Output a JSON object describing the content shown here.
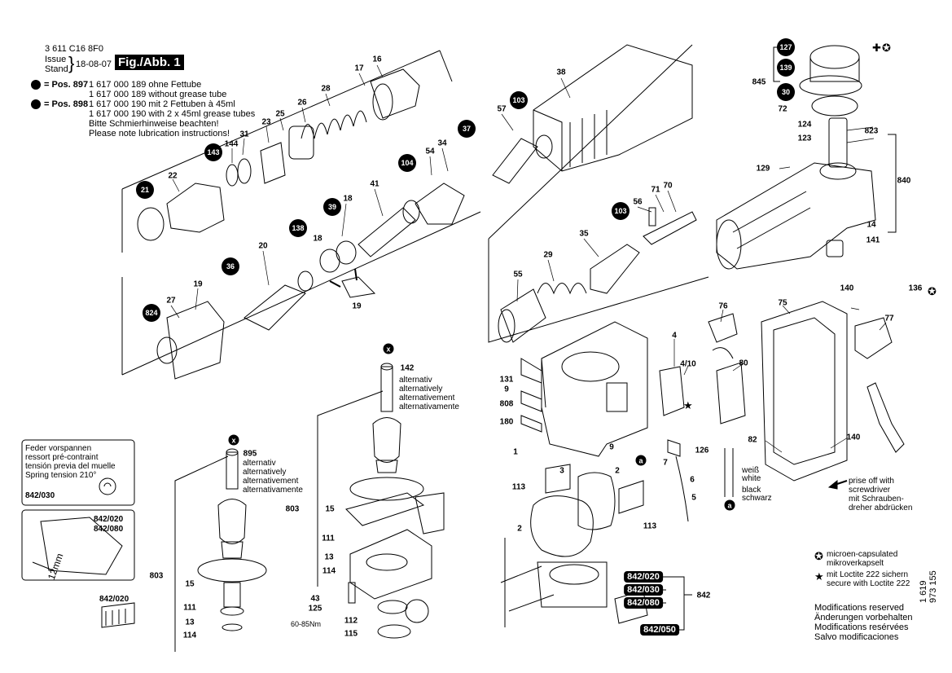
{
  "header": {
    "doc_number": "3 611 C16 8F0",
    "issue_label": "Issue",
    "stand_label": "Stand",
    "issue_date": "18-08-07",
    "figure": "Fig./Abb. 1"
  },
  "lubrication": {
    "pos897_label": "= Pos. 897",
    "pos897_lines": [
      "1 617 000 189 ohne Fettube",
      "1 617 000 189 without grease tube"
    ],
    "pos898_label": "= Pos. 898",
    "pos898_lines": [
      "1 617 000 190 mit 2 Fettuben à 45ml",
      "1 617 000 190 with 2 x 45ml grease tubes",
      "Bitte Schmierhinweise beachten!",
      "Please note lubrication instructions!"
    ]
  },
  "parts": [
    {
      "t": "16",
      "b": false
    },
    {
      "t": "17",
      "b": false
    },
    {
      "t": "28",
      "b": false
    },
    {
      "t": "26",
      "b": false
    },
    {
      "t": "25",
      "b": false
    },
    {
      "t": "23",
      "b": false
    },
    {
      "t": "31",
      "b": false
    },
    {
      "t": "144",
      "b": false
    },
    {
      "t": "143",
      "b": true
    },
    {
      "t": "22",
      "b": false
    },
    {
      "t": "21",
      "b": true
    },
    {
      "t": "38",
      "b": false
    },
    {
      "t": "57",
      "b": false
    },
    {
      "t": "103",
      "b": true
    },
    {
      "t": "37",
      "b": true
    },
    {
      "t": "34",
      "b": false
    },
    {
      "t": "54",
      "b": false
    },
    {
      "t": "104",
      "b": true
    },
    {
      "t": "41",
      "b": false
    },
    {
      "t": "39",
      "b": true
    },
    {
      "t": "18",
      "b": false
    },
    {
      "t": "18",
      "b": false
    },
    {
      "t": "138",
      "b": true
    },
    {
      "t": "20",
      "b": false
    },
    {
      "t": "36",
      "b": true
    },
    {
      "t": "19",
      "b": false
    },
    {
      "t": "19",
      "b": false
    },
    {
      "t": "27",
      "b": false
    },
    {
      "t": "824",
      "b": true
    },
    {
      "t": "103",
      "b": true
    },
    {
      "t": "56",
      "b": false
    },
    {
      "t": "71",
      "b": false
    },
    {
      "t": "70",
      "b": false
    },
    {
      "t": "35",
      "b": false
    },
    {
      "t": "29",
      "b": false
    },
    {
      "t": "55",
      "b": false
    },
    {
      "t": "127",
      "b": true
    },
    {
      "t": "139",
      "b": true
    },
    {
      "t": "845",
      "b": false
    },
    {
      "t": "30",
      "b": true
    },
    {
      "t": "72",
      "b": false
    },
    {
      "t": "124",
      "b": false
    },
    {
      "t": "123",
      "b": false
    },
    {
      "t": "823",
      "b": false
    },
    {
      "t": "129",
      "b": false
    },
    {
      "t": "840",
      "b": false
    },
    {
      "t": "14",
      "b": false
    },
    {
      "t": "141",
      "b": false
    },
    {
      "t": "140",
      "b": false
    },
    {
      "t": "136",
      "b": false
    },
    {
      "t": "75",
      "b": false
    },
    {
      "t": "76",
      "b": false
    },
    {
      "t": "77",
      "b": false
    },
    {
      "t": "4",
      "b": false
    },
    {
      "t": "4/10",
      "b": false
    },
    {
      "t": "80",
      "b": false
    },
    {
      "t": "131",
      "b": false
    },
    {
      "t": "9",
      "b": false
    },
    {
      "t": "808",
      "b": false
    },
    {
      "t": "180",
      "b": false
    },
    {
      "t": "1",
      "b": false
    },
    {
      "t": "9",
      "b": false
    },
    {
      "t": "7",
      "b": false
    },
    {
      "t": "126",
      "b": false
    },
    {
      "t": "6",
      "b": false
    },
    {
      "t": "5",
      "b": false
    },
    {
      "t": "82",
      "b": false
    },
    {
      "t": "140",
      "b": false
    },
    {
      "t": "113",
      "b": false
    },
    {
      "t": "2",
      "b": false
    },
    {
      "t": "3",
      "b": false
    },
    {
      "t": "2",
      "b": false
    },
    {
      "t": "113",
      "b": false
    },
    {
      "t": "142",
      "b": false
    },
    {
      "t": "895",
      "b": false
    },
    {
      "t": "803",
      "b": false
    },
    {
      "t": "15",
      "b": false
    },
    {
      "t": "111",
      "b": false
    },
    {
      "t": "13",
      "b": false
    },
    {
      "t": "114",
      "b": false
    },
    {
      "t": "43",
      "b": false
    },
    {
      "t": "125",
      "b": false
    },
    {
      "t": "112",
      "b": false
    },
    {
      "t": "115",
      "b": false
    },
    {
      "t": "803",
      "b": false
    },
    {
      "t": "15",
      "b": false
    },
    {
      "t": "111",
      "b": false
    },
    {
      "t": "13",
      "b": false
    },
    {
      "t": "114",
      "b": false
    },
    {
      "t": "842",
      "b": false
    }
  ],
  "alternativ_lines": [
    "alternativ",
    "alternatively",
    "alternativement",
    "alternativamente"
  ],
  "spring_box": {
    "lines": [
      "Feder vorspannen",
      "ressort pré-contraint",
      "tensión previa del muelle",
      "Spring tension"
    ],
    "angle": "210°",
    "part": "842/030"
  },
  "box2": {
    "p1": "842/020",
    "p2": "842/080",
    "dim": "12mm"
  },
  "box3_part": "842/020",
  "torque": "60-85Nm",
  "kit_tags": [
    "842/020",
    "842/030",
    "842/080",
    "842/050"
  ],
  "wire_labels": {
    "a": "a",
    "x": "x",
    "weiss": "weiß",
    "white": "white",
    "black": "black",
    "schwarz": "schwarz"
  },
  "prise_off": [
    "prise off with",
    "screwdriver",
    "mit Schrauben-",
    "dreher abdrücken"
  ],
  "legend": {
    "microen": [
      "microen-capsulated",
      "mikroverkapselt"
    ],
    "loctite": [
      "mit Loctite 222 sichern",
      "secure with Loctite 222"
    ]
  },
  "mods": [
    "Modifications reserved",
    "Änderungen vorbehalten",
    "Modifications resérvées",
    "Salvo modificaciones"
  ],
  "side_number": "1 619 973 155"
}
